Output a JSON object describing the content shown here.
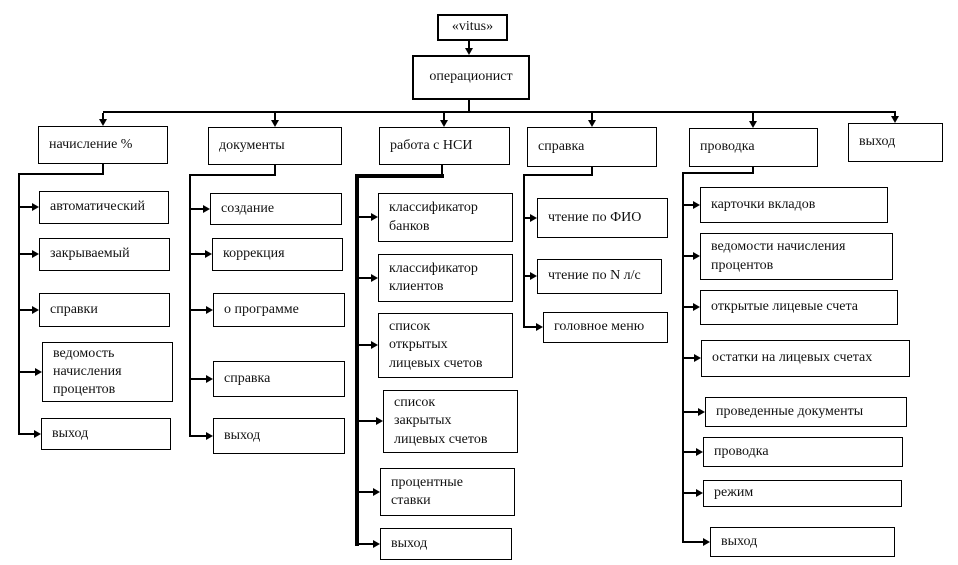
{
  "diagram": {
    "root": {
      "label": "«vitus»"
    },
    "operator": {
      "label": "операционист"
    },
    "branches": [
      {
        "label": "начисление %",
        "items": [
          {
            "label": "автоматический"
          },
          {
            "label": "закрываемый"
          },
          {
            "label": "справки"
          },
          {
            "label": "ведомость\nначисления\nпроцентов"
          },
          {
            "label": "выход"
          }
        ]
      },
      {
        "label": "документы",
        "items": [
          {
            "label": "создание"
          },
          {
            "label": "коррекция"
          },
          {
            "label": "о программе"
          },
          {
            "label": "справка"
          },
          {
            "label": "выход"
          }
        ]
      },
      {
        "label": "работа с НСИ",
        "items": [
          {
            "label": "классификатор\nбанков"
          },
          {
            "label": "классификатор\nклиентов"
          },
          {
            "label": "список\nоткрытых\nлицевых счетов"
          },
          {
            "label": "список\nзакрытых\nлицевых счетов"
          },
          {
            "label": "процентные\nставки"
          },
          {
            "label": "выход"
          }
        ]
      },
      {
        "label": "справка",
        "items": [
          {
            "label": "чтение по ФИО"
          },
          {
            "label": "чтение по N л/с"
          },
          {
            "label": "головное меню"
          }
        ]
      },
      {
        "label": "проводка",
        "items": [
          {
            "label": "карточки вкладов"
          },
          {
            "label": "ведомости начисления\nпроцентов"
          },
          {
            "label": "открытые лицевые счета"
          },
          {
            "label": "остатки на лицевых счетах"
          },
          {
            "label": "проведенные документы"
          },
          {
            "label": "проводка"
          },
          {
            "label": "режим"
          },
          {
            "label": "выход"
          }
        ]
      },
      {
        "label": "выход",
        "items": []
      }
    ],
    "colors": {
      "line": "#000000",
      "background": "#ffffff",
      "text": "#111111"
    }
  }
}
